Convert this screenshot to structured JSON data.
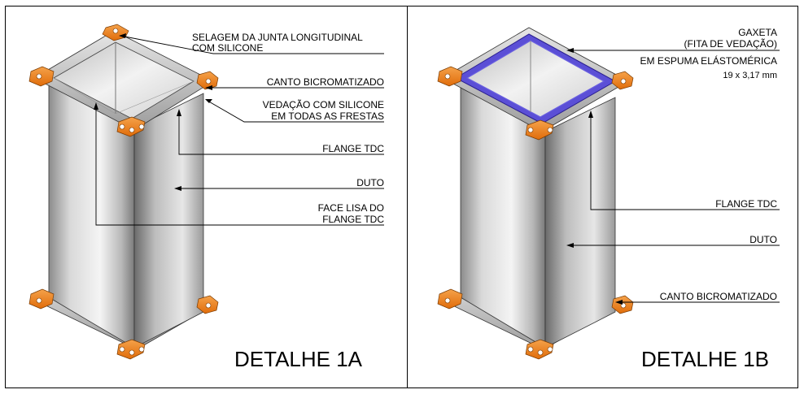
{
  "panel_a": {
    "title": "DETALHE 1A",
    "labels": {
      "selagem_l1": "SELAGEM DA JUNTA LONGITUDINAL",
      "selagem_l2": "COM SILICONE",
      "canto": "CANTO BICROMATIZADO",
      "vedacao_l1": "VEDAÇÃO COM SILICONE",
      "vedacao_l2": "EM TODAS AS FRESTAS",
      "flange": "FLANGE TDC",
      "duto": "DUTO",
      "face_l1": "FACE LISA DO",
      "face_l2": "FLANGE TDC"
    }
  },
  "panel_b": {
    "title": "DETALHE 1B",
    "labels": {
      "gaxeta_l1": "GAXETA",
      "gaxeta_l2": "(FITA DE VEDAÇÃO)",
      "gaxeta_l3": "EM ESPUMA ELÁSTOMÉRICA",
      "gaxeta_l4": "19 x 3,17 mm",
      "flange": "FLANGE TDC",
      "duto": "DUTO",
      "canto": "CANTO BICROMATIZADO"
    }
  },
  "colors": {
    "corner": "#f07d1a",
    "gasket": "#5b4fd6",
    "flange": "#c9c9c9",
    "duct_light": "#f2f2f2",
    "duct_dark": "#6e6e6e",
    "line": "#000000"
  }
}
